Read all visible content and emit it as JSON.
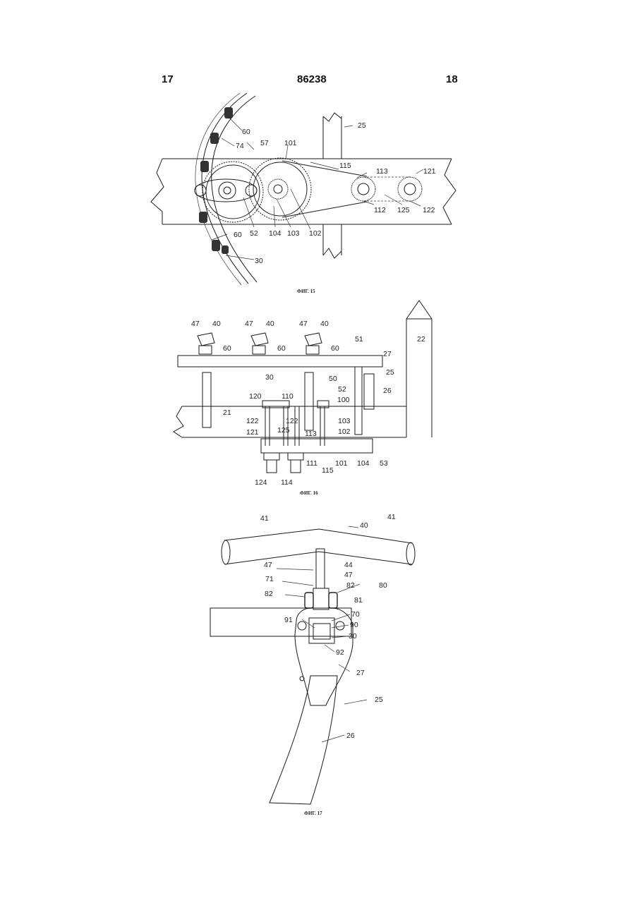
{
  "header": {
    "page_left": "17",
    "doc_number": "86238",
    "page_right": "18"
  },
  "figures": {
    "fig15": {
      "caption": "ФИГ. 15",
      "labels": {
        "l60a": "60",
        "l74": "74",
        "l57": "57",
        "l101": "101",
        "l25": "25",
        "l115": "115",
        "l113": "113",
        "l121": "121",
        "l52": "52",
        "l104": "104",
        "l103": "103",
        "l102": "102",
        "l112": "112",
        "l125": "125",
        "l122": "122",
        "l60b": "60",
        "l30": "30"
      }
    },
    "fig16": {
      "caption": "ФИГ. 16",
      "labels": {
        "l47a": "47",
        "l40a": "40",
        "l47b": "47",
        "l40b": "40",
        "l47c": "47",
        "l40c": "40",
        "l60a": "60",
        "l60b": "60",
        "l60c": "60",
        "l51": "51",
        "l27": "27",
        "l22": "22",
        "l30": "30",
        "l25": "25",
        "l50": "50",
        "l52": "52",
        "l26": "26",
        "l120": "120",
        "l110": "110",
        "l100": "100",
        "l21": "21",
        "l122a": "122",
        "l122b": "122",
        "l103": "103",
        "l121": "121",
        "l125": "125",
        "l102": "102",
        "l113": "113",
        "l111": "111",
        "l101": "101",
        "l104": "104",
        "l53": "53",
        "l115": "115",
        "l124": "124",
        "l114": "114"
      }
    },
    "fig17": {
      "caption": "ФИГ. 17",
      "labels": {
        "l40": "40",
        "l41a": "41",
        "l41b": "41",
        "l47a": "47",
        "l44": "44",
        "l71": "71",
        "l47b": "47",
        "l82a": "82",
        "l82b": "82",
        "l80": "80",
        "l81": "81",
        "l70": "70",
        "l91": "91",
        "l90": "90",
        "l30": "30",
        "l92": "92",
        "l27": "27",
        "l25": "25",
        "l26": "26"
      }
    }
  }
}
